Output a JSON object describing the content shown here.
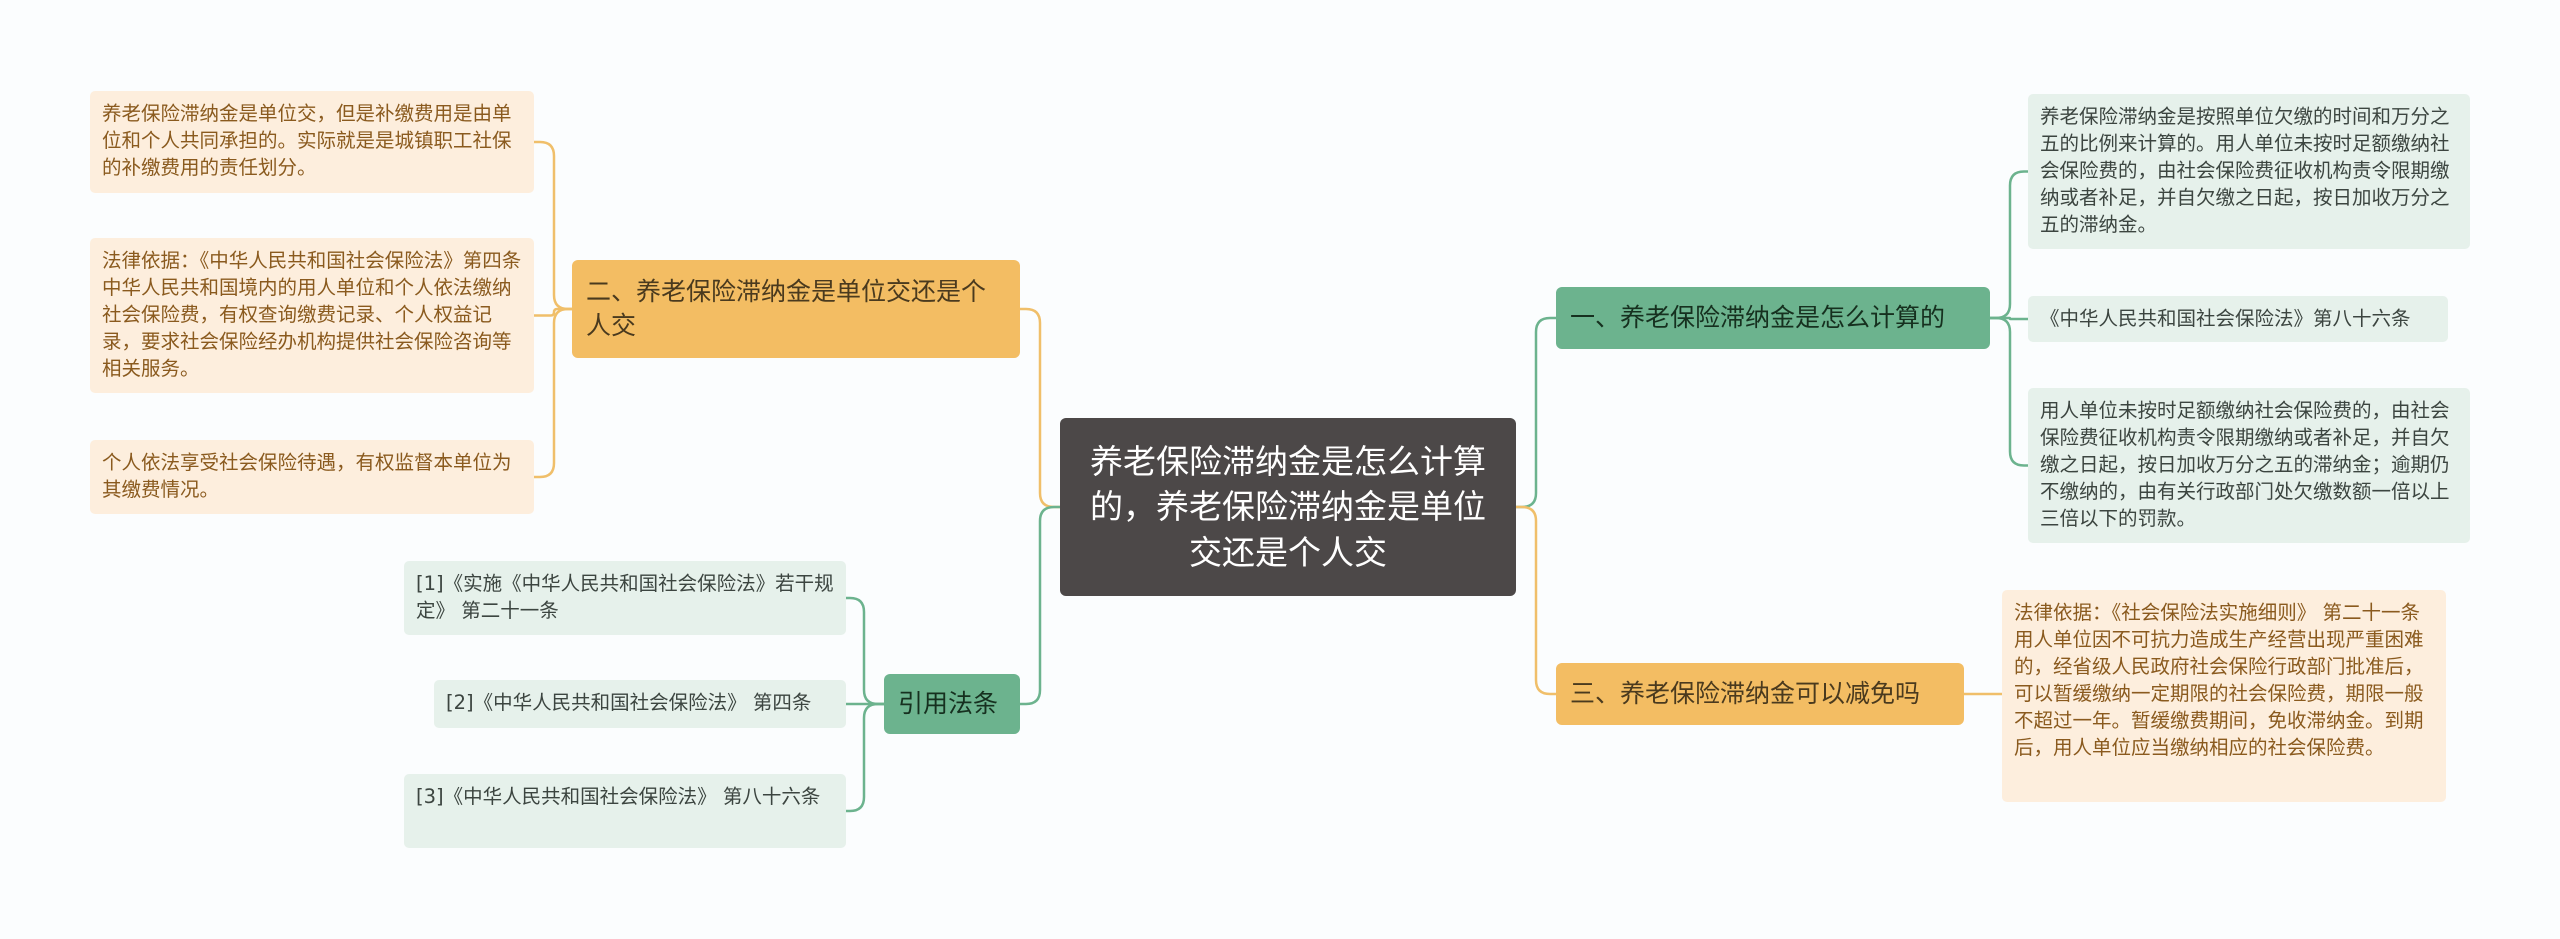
{
  "root": {
    "title": "养老保险滞纳金是怎么计算的，养老保险滞纳金是单位交还是个人交"
  },
  "branches": {
    "b1": {
      "title": "一、养老保险滞纳金是怎么计算的",
      "leaves": [
        "养老保险滞纳金是按照单位欠缴的时间和万分之五的比例来计算的。用人单位未按时足额缴纳社会保险费的，由社会保险费征收机构责令限期缴纳或者补足，并自欠缴之日起，按日加收万分之五的滞纳金。",
        "《中华人民共和国社会保险法》第八十六条",
        "用人单位未按时足额缴纳社会保险费的，由社会保险费征收机构责令限期缴纳或者补足，并自欠缴之日起，按日加收万分之五的滞纳金；逾期仍不缴纳的，由有关行政部门处欠缴数额一倍以上三倍以下的罚款。"
      ]
    },
    "b2": {
      "title": "二、养老保险滞纳金是单位交还是个人交",
      "leaves": [
        "养老保险滞纳金是单位交，但是补缴费用是由单位和个人共同承担的。实际就是是城镇职工社保的补缴费用的责任划分。",
        "法律依据：《中华人民共和国社会保险法》第四条 中华人民共和国境内的用人单位和个人依法缴纳社会保险费，有权查询缴费记录、个人权益记录，要求社会保险经办机构提供社会保险咨询等相关服务。",
        "个人依法享受社会保险待遇，有权监督本单位为其缴费情况。"
      ]
    },
    "b3": {
      "title": "三、养老保险滞纳金可以减免吗",
      "leaves": [
        "法律依据：《社会保险法实施细则》 第二十一条 用人单位因不可抗力造成生产经营出现严重困难的，经省级人民政府社会保险行政部门批准后，可以暂缓缴纳一定期限的社会保险费，期限一般不超过一年。暂缓缴费期间，免收滞纳金。到期后，用人单位应当缴纳相应的社会保险费。"
      ]
    },
    "b4": {
      "title": "引用法条",
      "leaves": [
        "[1]《实施《中华人民共和国社会保险法》若干规定》 第二十一条",
        "[2]《中华人民共和国社会保险法》 第四条",
        "[3]《中华人民共和国社会保险法》 第八十六条"
      ]
    }
  },
  "colors": {
    "root_bg": "#4c4848",
    "orange_branch": "#f3bd63",
    "orange_leaf": "#fdeedd",
    "orange_link": "#f0bf6a",
    "green_branch": "#6cb38e",
    "green_leaf": "#e6f1eb",
    "green_link": "#6cb38e"
  }
}
